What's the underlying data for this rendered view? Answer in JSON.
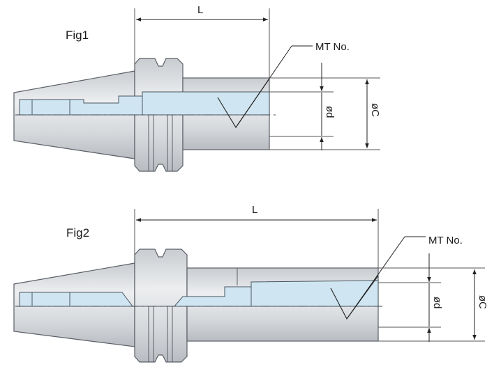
{
  "figures": [
    {
      "label": "Fig1",
      "length_label": "L",
      "taper_label": "MT No.",
      "d_label": "ød",
      "c_label": "øC"
    },
    {
      "label": "Fig2",
      "length_label": "L",
      "taper_label": "MT No.",
      "d_label": "ød",
      "c_label": "øC"
    }
  ],
  "colors": {
    "body_fill": "#d9dcdf",
    "body_stroke": "#5a5f66",
    "bore_fill": "#cfe6f2",
    "line": "#333333"
  }
}
